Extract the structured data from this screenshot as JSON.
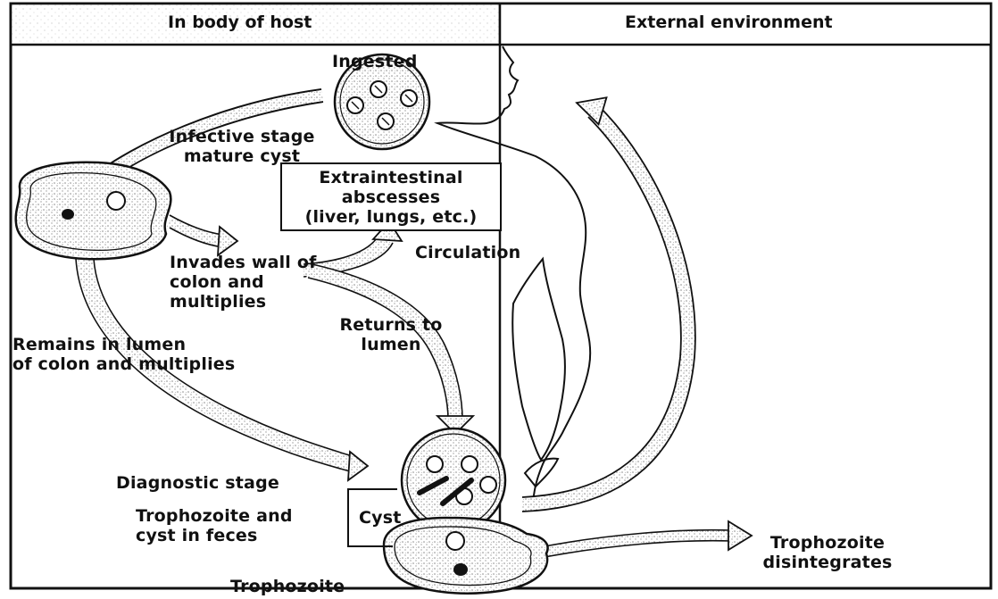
{
  "header": {
    "left_label": "In body of host",
    "right_label": "External environment"
  },
  "labels": {
    "ingested": "Ingested",
    "infective_stage": "Infective stage\nmature cyst",
    "extraintestinal": "Extraintestinal\nabscesses\n(liver, lungs, etc.)",
    "circulation": "Circulation",
    "invades_wall": "Invades wall of\ncolon and\nmultiplies",
    "returns_to_lumen": "Returns to\nlumen",
    "remains_in_lumen": "Remains in lumen\nof colon and multiplies",
    "diagnostic_stage": "Diagnostic stage",
    "trophozoite_and_cyst": "Trophozoite and\ncyst in feces",
    "cyst": "Cyst",
    "trophozoite": "Trophozoite",
    "trophozoite_disintegrates": "Trophozoite\ndisintegrates"
  },
  "colors": {
    "ink": "#111111",
    "stipple": "#9a9a9a",
    "background": "#ffffff"
  }
}
